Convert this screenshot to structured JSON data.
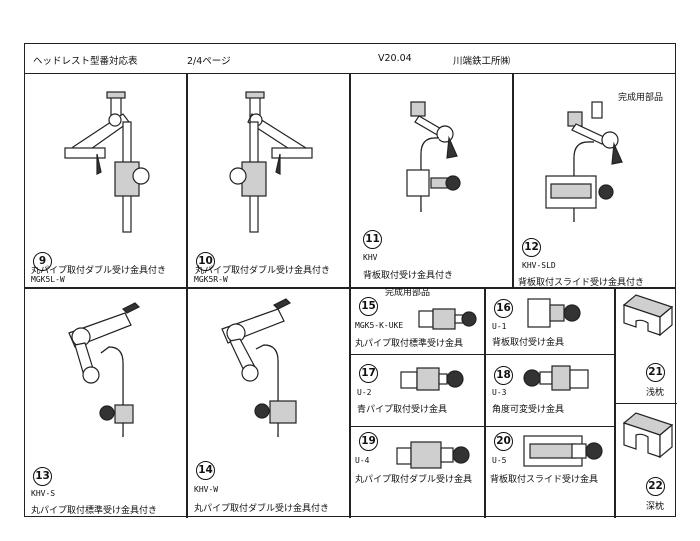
{
  "header": {
    "title": "ヘッドレスト型番対応表",
    "page": "2/4ページ",
    "version": "V20.04",
    "company": "川端鉄工所㈱"
  },
  "items": [
    {
      "no": "9",
      "code": "MGK5L-W",
      "desc": "丸パイプ取付ダブル受け金具付き",
      "icon": "headrest-mgk5l-w-drawing"
    },
    {
      "no": "10",
      "code": "MGK5R-W",
      "desc": "丸パイプ取付ダブル受け金具付き",
      "icon": "headrest-mgk5r-w-drawing"
    },
    {
      "no": "11",
      "code": "KHV",
      "desc": "背板取付受け金具付き",
      "icon": "headrest-khv-drawing"
    },
    {
      "no": "12",
      "code": "KHV-SLD",
      "desc": "背板取付スライド受け金具付き",
      "note": "完成用部品",
      "icon": "headrest-khv-sld-drawing"
    },
    {
      "no": "13",
      "code": "KHV-S",
      "desc": "丸パイプ取付標準受け金具付き",
      "icon": "headrest-khv-s-drawing"
    },
    {
      "no": "14",
      "code": "KHV-W",
      "desc": "丸パイプ取付ダブル受け金具付き",
      "icon": "headrest-khv-w-drawing"
    },
    {
      "no": "15",
      "code": "MGK5-K-UKE",
      "desc": "丸パイプ取付標準受け金具",
      "note": "完成用部品",
      "icon": "bracket-mgk5-k-uke-drawing"
    },
    {
      "no": "16",
      "code": "U-1",
      "desc": "背板取付受け金具",
      "icon": "bracket-u1-drawing"
    },
    {
      "no": "17",
      "code": "U-2",
      "desc": "青パイプ取付受け金具",
      "icon": "bracket-u2-drawing"
    },
    {
      "no": "18",
      "code": "U-3",
      "desc": "角度可変受け金具",
      "icon": "bracket-u3-drawing"
    },
    {
      "no": "19",
      "code": "U-4",
      "desc": "丸パイプ取付ダブル受け金具",
      "icon": "bracket-u4-drawing"
    },
    {
      "no": "20",
      "code": "U-5",
      "desc": "背板取付スライド受け金具",
      "icon": "bracket-u5-drawing"
    },
    {
      "no": "21",
      "code": "",
      "desc": "浅枕",
      "icon": "pillow-shallow-drawing"
    },
    {
      "no": "22",
      "code": "",
      "desc": "深枕",
      "icon": "pillow-deep-drawing"
    }
  ]
}
